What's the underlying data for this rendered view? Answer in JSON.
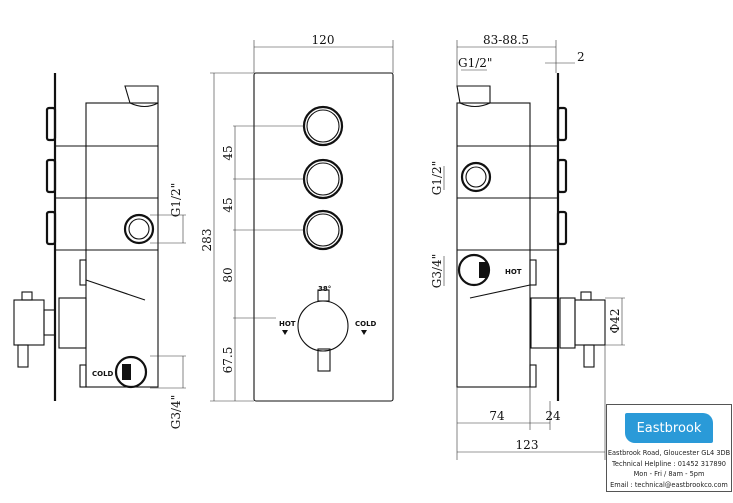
{
  "front_view": {
    "width_dim": "120",
    "height_dim": "283",
    "spacing_dims": [
      "45",
      "45",
      "80",
      "67.5"
    ],
    "angle_label": "38°",
    "hot_label": "HOT",
    "cold_label": "COLD"
  },
  "left_view": {
    "outlet_label": "G1/2\"",
    "inlet_label": "G3/4\"",
    "cold_label": "COLD"
  },
  "right_view": {
    "depth_dim": "83-88.5",
    "plate_dim": "2",
    "top_outlet_label": "G1/2\"",
    "outlet_label": "G1/2\"",
    "inlet_label": "G3/4\"",
    "hot_label": "HOT",
    "diameter_dim": "Φ42",
    "body_dim": "74",
    "handle_dim": "24",
    "total_dim": "123"
  },
  "brand": {
    "logo_text": "Eastbrook",
    "logo_color": "#2a9ad8",
    "address": "Eastbrook Road, Gloucester GL4 3DB",
    "helpline": "Technical Helpline : 01452 317890",
    "hours": "Mon - Fri / 8am - 5pm",
    "email": "Email : technical@eastbrookco.com"
  }
}
